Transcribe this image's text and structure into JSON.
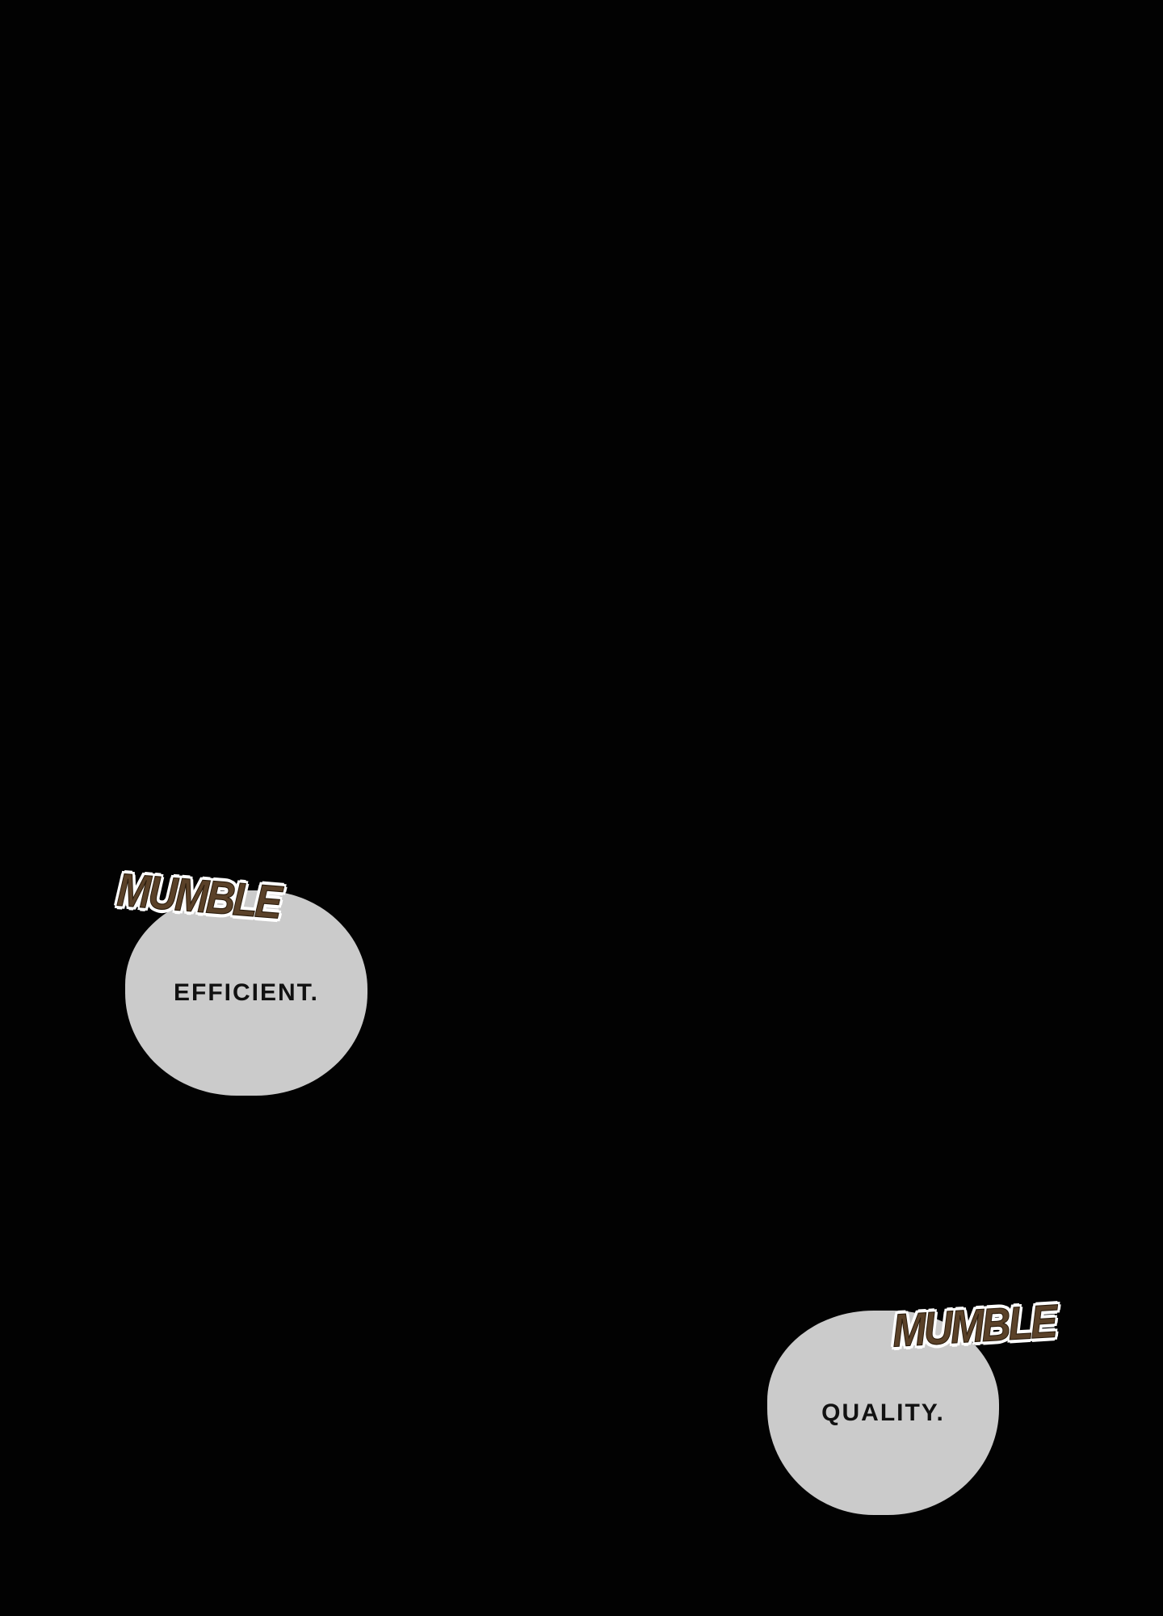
{
  "panel": {
    "bubbles": [
      {
        "text": "EFFICIENT.",
        "sfx": "MUMBLE"
      },
      {
        "text": "QUALITY.",
        "sfx": "MUMBLE"
      }
    ]
  },
  "colors": {
    "background": "#020202",
    "bubble": "#cbcbcb",
    "sfx": "#5a4128"
  }
}
